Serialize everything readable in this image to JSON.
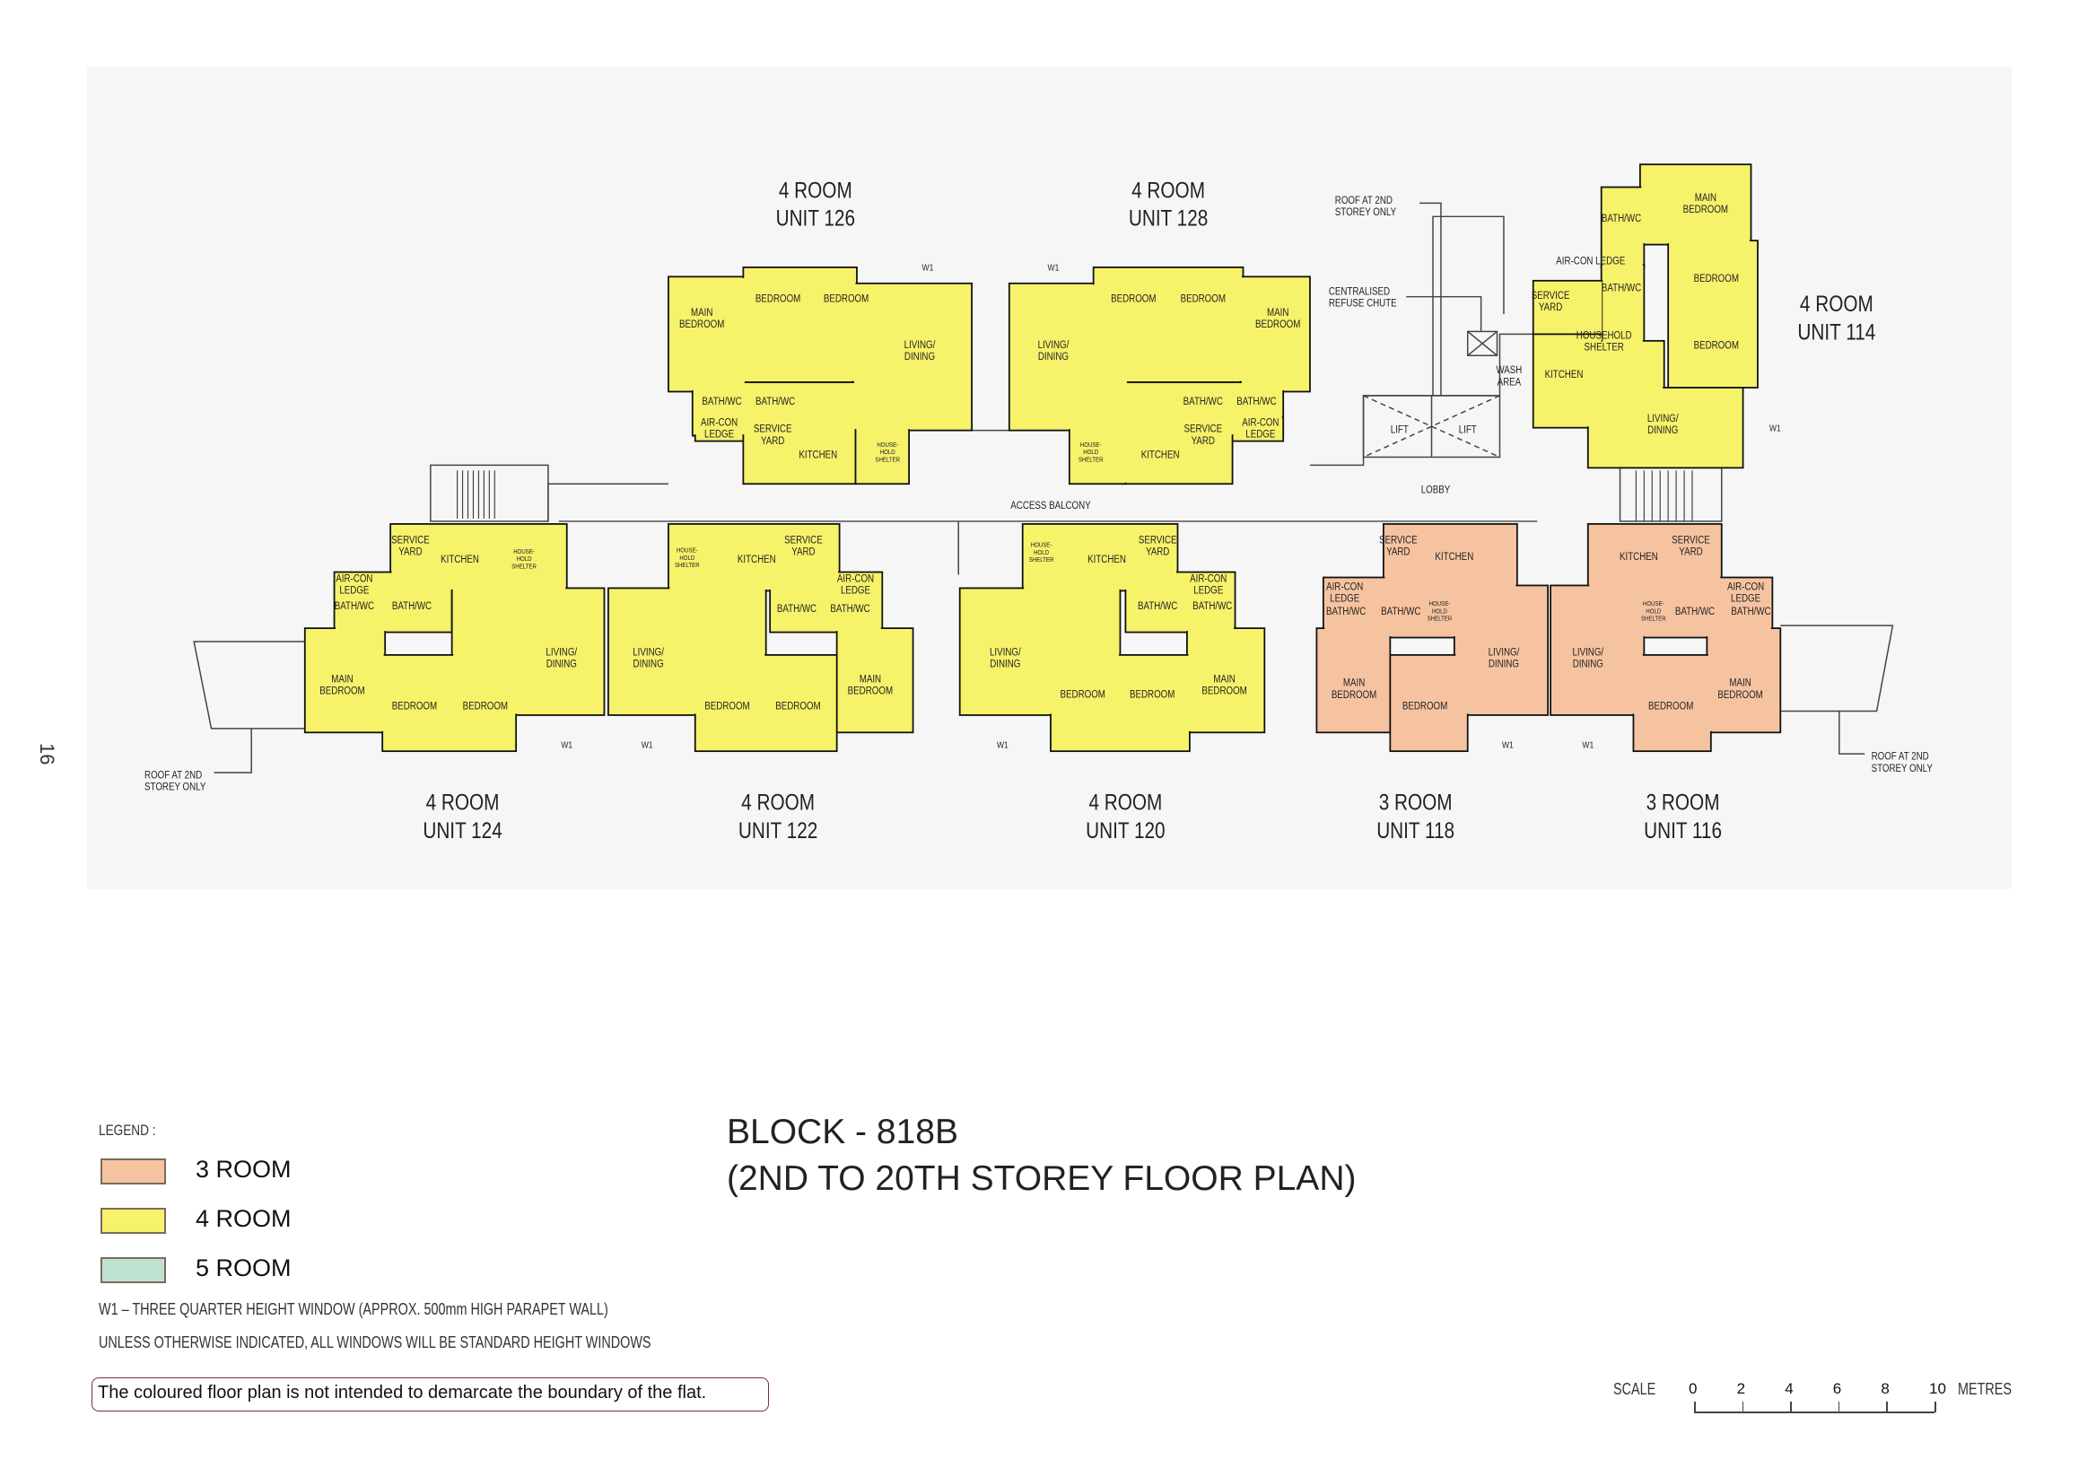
{
  "page_number": "16",
  "colors": {
    "room3": "#f6c3a0",
    "room4": "#f6f26a",
    "room5": "#bfe2d3",
    "wall": "#111111",
    "backdrop": "#f6f6f6"
  },
  "plan": {
    "units": [
      {
        "type": "4 ROOM",
        "unit": "UNIT 126",
        "color_key": "room4",
        "window": "W1",
        "rooms": [
          [
            "MAIN",
            "BEDROOM"
          ],
          [
            "BEDROOM"
          ],
          [
            "BEDROOM"
          ],
          [
            "LIVING/",
            "DINING"
          ],
          [
            "BATH/WC"
          ],
          [
            "BATH/WC"
          ],
          [
            "AIR-CON",
            "LEDGE"
          ],
          [
            "SERVICE",
            "YARD"
          ],
          [
            "KITCHEN"
          ],
          [
            "HOUSE-",
            "HOLD",
            "SHELTER"
          ]
        ]
      },
      {
        "type": "4 ROOM",
        "unit": "UNIT 128",
        "color_key": "room4",
        "window": "W1",
        "rooms": [
          [
            "LIVING/",
            "DINING"
          ],
          [
            "BEDROOM"
          ],
          [
            "BEDROOM"
          ],
          [
            "MAIN",
            "BEDROOM"
          ],
          [
            "BATH/WC"
          ],
          [
            "BATH/WC"
          ],
          [
            "SERVICE",
            "YARD"
          ],
          [
            "AIR-CON",
            "LEDGE"
          ],
          [
            "KITCHEN"
          ],
          [
            "HOUSE-",
            "HOLD",
            "SHELTER"
          ]
        ]
      },
      {
        "type": "4 ROOM",
        "unit": "UNIT 114",
        "color_key": "room4",
        "window": "W1",
        "rooms": [
          [
            "MAIN",
            "BEDROOM"
          ],
          [
            "BATH/WC"
          ],
          [
            "AIR-CON LEDGE"
          ],
          [
            "BATH/WC"
          ],
          [
            "SERVICE",
            "YARD"
          ],
          [
            "HOUSEHOLD",
            "SHELTER"
          ],
          [
            "BEDROOM"
          ],
          [
            "BEDROOM"
          ],
          [
            "KITCHEN"
          ],
          [
            "LIVING/",
            "DINING"
          ]
        ]
      },
      {
        "type": "4 ROOM",
        "unit": "UNIT 124",
        "color_key": "room4",
        "window": "W1",
        "rooms": [
          [
            "SERVICE",
            "YARD"
          ],
          [
            "KITCHEN"
          ],
          [
            "HOUSE-",
            "HOLD",
            "SHELTER"
          ],
          [
            "AIR-CON",
            "LEDGE"
          ],
          [
            "BATH/WC"
          ],
          [
            "BATH/WC"
          ],
          [
            "MAIN",
            "BEDROOM"
          ],
          [
            "BEDROOM"
          ],
          [
            "BEDROOM"
          ],
          [
            "LIVING/",
            "DINING"
          ]
        ]
      },
      {
        "type": "4 ROOM",
        "unit": "UNIT 122",
        "color_key": "room4",
        "window": "W1",
        "rooms": [
          [
            "HOUSE-",
            "HOLD",
            "SHELTER"
          ],
          [
            "KITCHEN"
          ],
          [
            "SERVICE",
            "YARD"
          ],
          [
            "AIR-CON",
            "LEDGE"
          ],
          [
            "BATH/WC"
          ],
          [
            "BATH/WC"
          ],
          [
            "LIVING/",
            "DINING"
          ],
          [
            "BEDROOM"
          ],
          [
            "BEDROOM"
          ],
          [
            "MAIN",
            "BEDROOM"
          ]
        ]
      },
      {
        "type": "4 ROOM",
        "unit": "UNIT 120",
        "color_key": "room4",
        "window": "W1",
        "rooms": [
          [
            "HOUSE-",
            "HOLD",
            "SHELTER"
          ],
          [
            "KITCHEN"
          ],
          [
            "SERVICE",
            "YARD"
          ],
          [
            "AIR-CON",
            "LEDGE"
          ],
          [
            "BATH/WC"
          ],
          [
            "BATH/WC"
          ],
          [
            "LIVING/",
            "DINING"
          ],
          [
            "BEDROOM"
          ],
          [
            "BEDROOM"
          ],
          [
            "MAIN",
            "BEDROOM"
          ]
        ]
      },
      {
        "type": "3 ROOM",
        "unit": "UNIT 118",
        "color_key": "room3",
        "window": "W1",
        "rooms": [
          [
            "SERVICE",
            "YARD"
          ],
          [
            "KITCHEN"
          ],
          [
            "AIR-CON",
            "LEDGE"
          ],
          [
            "BATH/WC"
          ],
          [
            "BATH/WC"
          ],
          [
            "HOUSE-",
            "HOLD",
            "SHELTER"
          ],
          [
            "LIVING/",
            "DINING"
          ],
          [
            "MAIN",
            "BEDROOM"
          ],
          [
            "BEDROOM"
          ]
        ]
      },
      {
        "type": "3 ROOM",
        "unit": "UNIT 116",
        "color_key": "room3",
        "window": "W1",
        "rooms": [
          [
            "KITCHEN"
          ],
          [
            "SERVICE",
            "YARD"
          ],
          [
            "HOUSE-",
            "HOLD",
            "SHELTER"
          ],
          [
            "BATH/WC"
          ],
          [
            "BATH/WC"
          ],
          [
            "AIR-CON",
            "LEDGE"
          ],
          [
            "LIVING/",
            "DINING"
          ],
          [
            "BEDROOM"
          ],
          [
            "MAIN",
            "BEDROOM"
          ]
        ]
      }
    ],
    "annotations": [
      [
        "ROOF AT 2ND",
        "STOREY ONLY"
      ],
      [
        "CENTRALISED",
        "REFUSE CHUTE"
      ],
      [
        "WASH",
        "AREA"
      ],
      [
        "LIFT"
      ],
      [
        "LIFT"
      ],
      [
        "LOBBY"
      ],
      [
        "ACCESS BALCONY"
      ],
      [
        "ROOF AT 2ND",
        "STOREY ONLY"
      ],
      [
        "ROOF AT 2ND",
        "STOREY ONLY"
      ]
    ]
  },
  "legend": {
    "title": "LEGEND :",
    "items": [
      {
        "label": "3 ROOM",
        "color_key": "room3"
      },
      {
        "label": "4 ROOM",
        "color_key": "room4"
      },
      {
        "label": "5 ROOM",
        "color_key": "room5"
      }
    ],
    "note_w1": "W1 – THREE QUARTER HEIGHT WINDOW (APPROX. 500mm HIGH PARAPET WALL)",
    "note_windows": "UNLESS OTHERWISE INDICATED, ALL WINDOWS WILL BE STANDARD HEIGHT WINDOWS",
    "disclaimer": "The coloured floor plan is not intended to demarcate the boundary of the flat."
  },
  "title": {
    "block": "BLOCK - 818B",
    "subtitle": "(2ND TO 20TH STOREY FLOOR PLAN)"
  },
  "scale": {
    "label": "SCALE",
    "ticks": [
      "0",
      "2",
      "4",
      "6",
      "8",
      "10"
    ],
    "unit": "METRES"
  }
}
